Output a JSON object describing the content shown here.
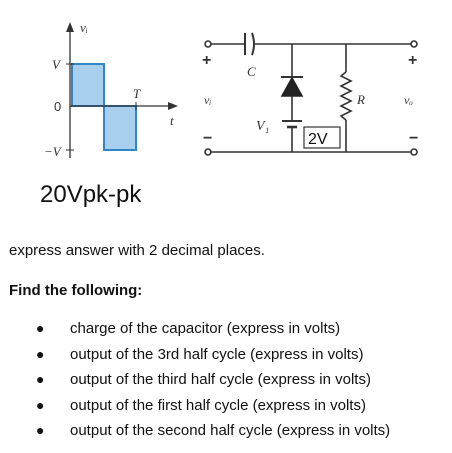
{
  "waveform": {
    "y_axis_label": "vᵢ",
    "level_pos": "V",
    "level_zero": "0",
    "level_neg": "−V",
    "period_label": "T",
    "time_label": "t",
    "fill_color": "#a9cfee",
    "edge_color": "#2f86c8"
  },
  "circuit": {
    "input_plus": "+",
    "input_minus": "−",
    "input_label": "vᵢ",
    "capacitor_label": "C",
    "source_label": "V₁",
    "source_value": "2V",
    "resistor_label": "R",
    "output_plus": "+",
    "output_minus": "−",
    "output_label": "vₒ"
  },
  "spec": "20Vpk-pk",
  "note": "express answer with 2 decimal places.",
  "find_heading": "Find the following:",
  "questions": [
    "charge of the capacitor (express in volts)",
    "output of the 3rd half cycle (express in volts)",
    "output of the third half cycle (express in volts)",
    "output of the first half cycle (express in volts)",
    "output of the second half cycle (express in volts)"
  ],
  "bullet_glyph": "●"
}
